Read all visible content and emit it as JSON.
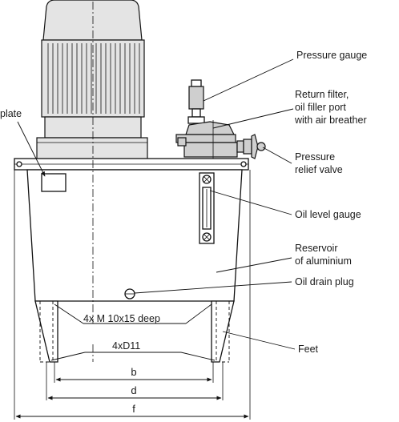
{
  "labels": {
    "name_plate": "plate",
    "pressure_gauge": "Pressure gauge",
    "return_filter_1": "Return filter,",
    "return_filter_2": "oil filler port",
    "return_filter_3": "with air breather",
    "relief_valve_1": "Pressure",
    "relief_valve_2": "relief valve",
    "oil_level_gauge": "Oil level gauge",
    "reservoir_1": "Reservoir",
    "reservoir_2": "of aluminium",
    "oil_drain_plug": "Oil drain plug",
    "feet": "Feet",
    "thread_callout": "4x M 10x15 deep",
    "hole_callout": "4xD11"
  },
  "dimensions": {
    "b": "b",
    "d": "d",
    "f": "f"
  },
  "colors": {
    "motor_fill": "#e4e4e4",
    "component_fill": "#cfcfcf",
    "line": "#111111"
  }
}
